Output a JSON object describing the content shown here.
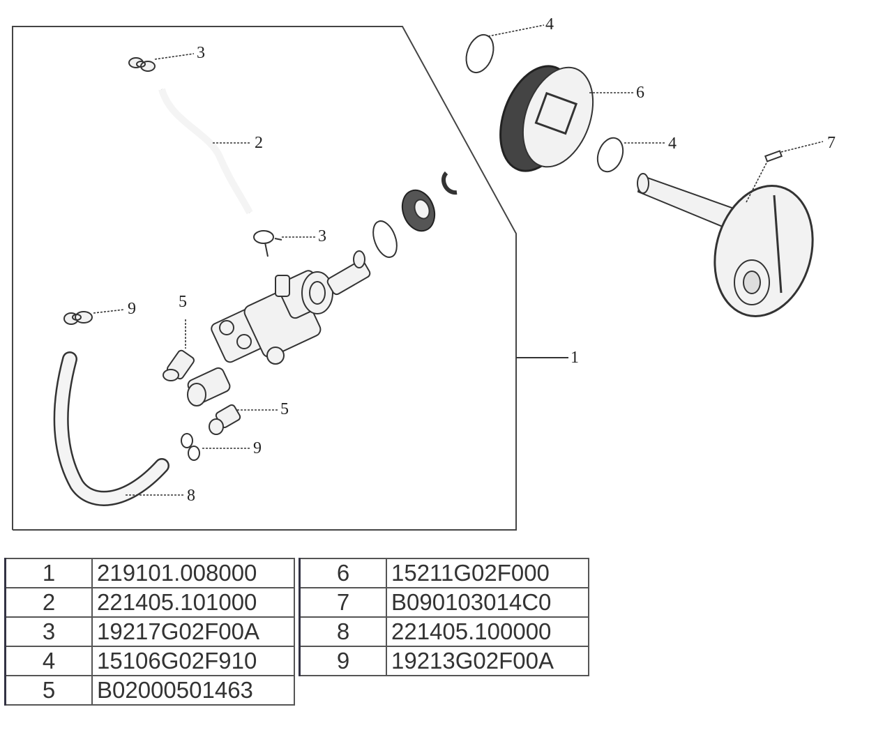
{
  "callouts": {
    "c1": "1",
    "c2": "2",
    "c3a": "3",
    "c3b": "3",
    "c4a": "4",
    "c4b": "4",
    "c5a": "5",
    "c5b": "5",
    "c6": "6",
    "c7": "7",
    "c8": "8",
    "c9a": "9",
    "c9b": "9"
  },
  "parts_table": {
    "left": [
      {
        "num": "1",
        "code": "219101.008000"
      },
      {
        "num": "2",
        "code": "221405.101000"
      },
      {
        "num": "3",
        "code": "19217G02F00A"
      },
      {
        "num": "4",
        "code": "15106G02F910"
      },
      {
        "num": "5",
        "code": "B02000501463"
      }
    ],
    "right": [
      {
        "num": "6",
        "code": "15211G02F000"
      },
      {
        "num": "7",
        "code": "B090103014C0"
      },
      {
        "num": "8",
        "code": "221405.100000"
      },
      {
        "num": "9",
        "code": "19213G02F00A"
      }
    ]
  }
}
